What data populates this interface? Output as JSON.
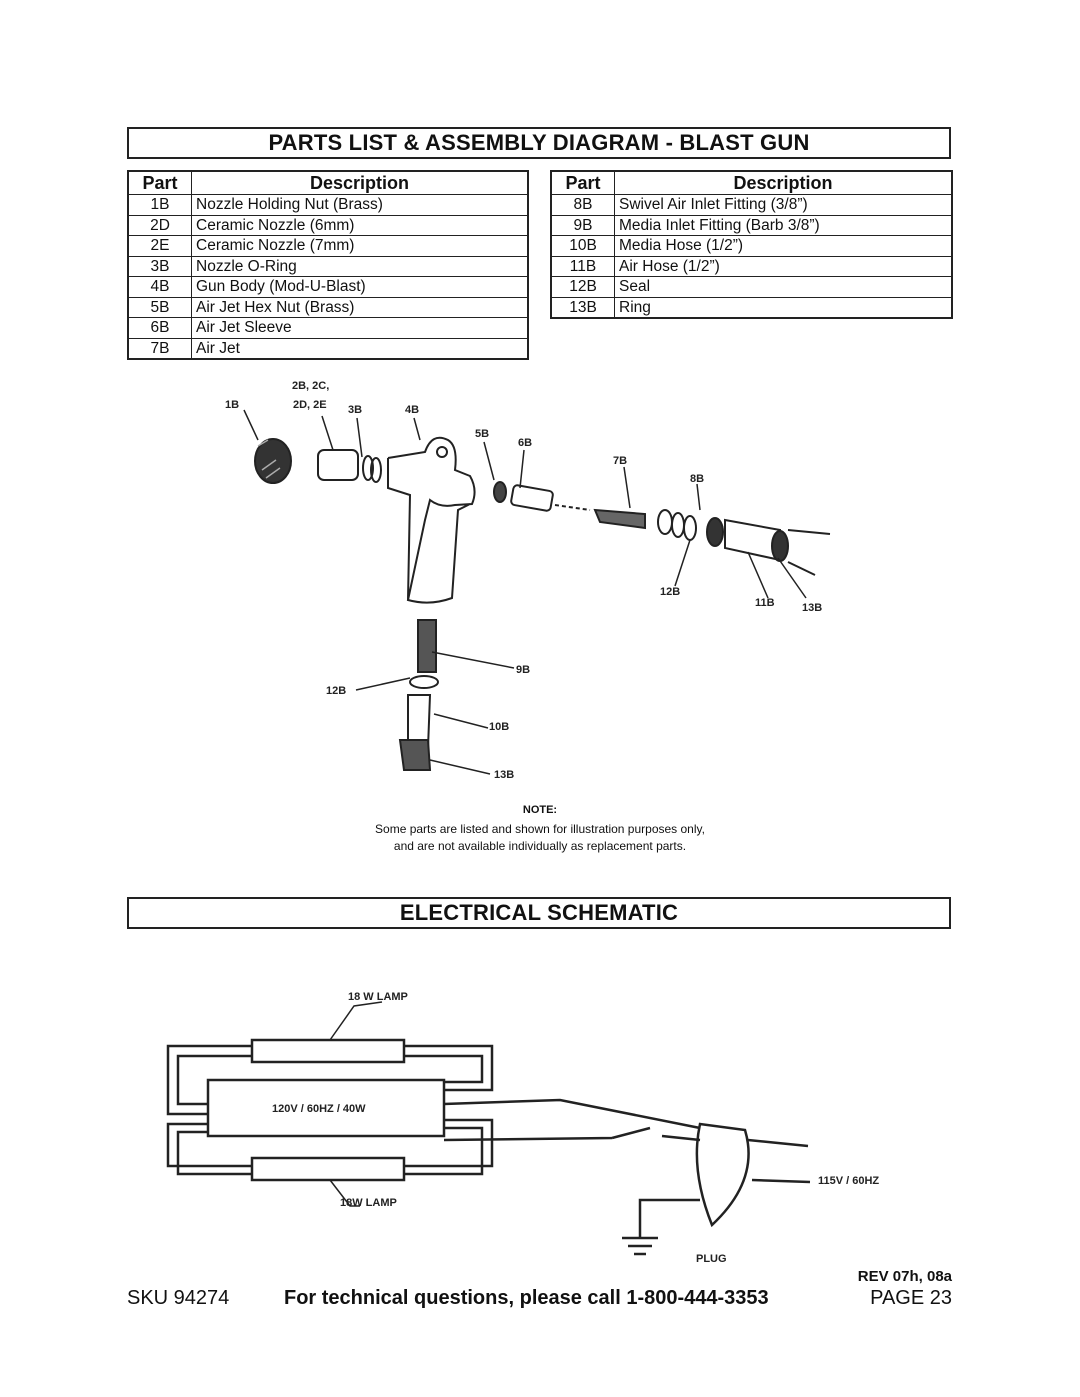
{
  "parts_section": {
    "title": "PARTS LIST & ASSEMBLY DIAGRAM - BLAST GUN",
    "headers": {
      "part": "Part",
      "description": "Description"
    },
    "left_table": [
      {
        "part": "1B",
        "description": "Nozzle Holding Nut (Brass)"
      },
      {
        "part": "2D",
        "description": "Ceramic Nozzle (6mm)"
      },
      {
        "part": "2E",
        "description": "Ceramic Nozzle (7mm)"
      },
      {
        "part": "3B",
        "description": "Nozzle O-Ring"
      },
      {
        "part": "4B",
        "description": "Gun Body (Mod-U-Blast)"
      },
      {
        "part": "5B",
        "description": "Air Jet Hex Nut (Brass)"
      },
      {
        "part": "6B",
        "description": "Air Jet Sleeve"
      },
      {
        "part": "7B",
        "description": "Air Jet"
      }
    ],
    "right_table": [
      {
        "part": "8B",
        "description": "Swivel Air Inlet Fitting (3/8”)"
      },
      {
        "part": "9B",
        "description": "Media Inlet Fitting (Barb 3/8”)"
      },
      {
        "part": "10B",
        "description": "Media Hose (1/2”)"
      },
      {
        "part": "11B",
        "description": "Air Hose (1/2”)"
      },
      {
        "part": "12B",
        "description": "Seal"
      },
      {
        "part": "13B",
        "description": "Ring"
      }
    ]
  },
  "diagram": {
    "labels": {
      "l_2bc": "2B, 2C,",
      "l_1b": "1B",
      "l_2d2e": "2D, 2E",
      "l_3b": "3B",
      "l_4b": "4B",
      "l_5b": "5B",
      "l_6b": "6B",
      "l_7b": "7B",
      "l_8b": "8B",
      "l_12b_top": "12B",
      "l_11b": "11B",
      "l_13b_top": "13B",
      "l_9b": "9B",
      "l_12b_low": "12B",
      "l_10b": "10B",
      "l_13b_low": "13B"
    },
    "note_title": "NOTE:",
    "note_line1": "Some parts are listed and shown for illustration purposes only,",
    "note_line2": "and are not available individually as replacement parts."
  },
  "schematic": {
    "title": "ELECTRICAL SCHEMATIC",
    "lamp_top": "18 W LAMP",
    "ballast": "120V / 60HZ / 40W",
    "lamp_bottom": "18W LAMP",
    "supply": "115V / 60HZ",
    "plug": "PLUG"
  },
  "footer": {
    "rev": "REV 07h, 08a",
    "sku": "SKU 94274",
    "tech": "For technical questions, please call 1-800-444-3353",
    "page": "PAGE 23"
  }
}
